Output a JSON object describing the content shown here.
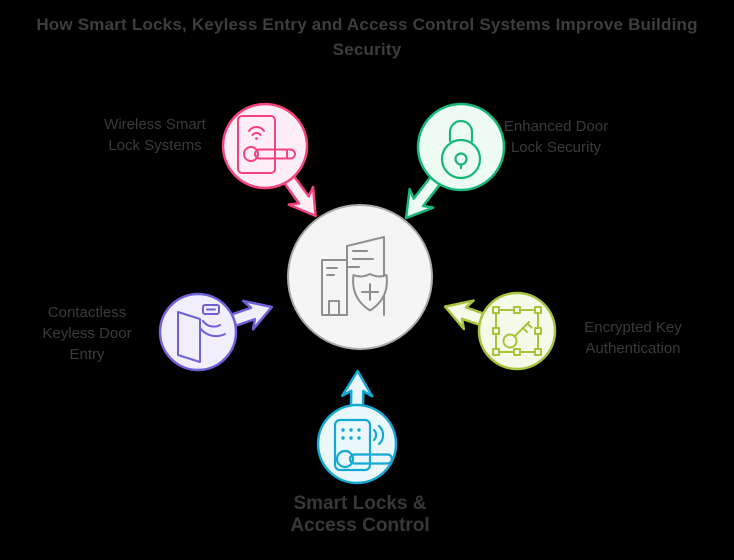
{
  "title": {
    "line1": "How Smart Locks, Keyless Entry and Access Control Systems Improve",
    "line2": "Building Security"
  },
  "center": {
    "icon": "building-with-shield-icon",
    "circle_fill": "#f5f5f5",
    "circle_stroke": "#ababab",
    "icon_stroke": "#8f8f8f"
  },
  "nodes": [
    {
      "id": "wireless-smart-lock",
      "icon": "smart-lock-handle-wifi-icon",
      "line1": "Wireless Smart",
      "line2": "Lock Systems",
      "line3": "",
      "stroke": "#f4417f",
      "fill": "#fdeff5"
    },
    {
      "id": "enhanced-lock-security",
      "icon": "padlock-icon",
      "line1": "Enhanced Door",
      "line2": "Lock Security",
      "line3": "",
      "stroke": "#16b877",
      "fill": "#edfbf4"
    },
    {
      "id": "contactless-entry",
      "icon": "door-sensor-wifi-icon",
      "line1": "Contactless",
      "line2": "Keyless Door",
      "line3": "Entry",
      "stroke": "#6e62d9",
      "fill": "#f1effb"
    },
    {
      "id": "encrypted-key",
      "icon": "key-circuit-chip-icon",
      "line1": "Encrypted Key",
      "line2": "Authentication",
      "line3": "",
      "stroke": "#a6c53c",
      "fill": "#f6fae8"
    },
    {
      "id": "smart-access",
      "icon": "keypad-lock-signal-icon",
      "line1": "Smart Locks &",
      "line2": "Access Control",
      "line3": "",
      "stroke": "#14a9d5",
      "fill": "#eaf8fc"
    }
  ]
}
